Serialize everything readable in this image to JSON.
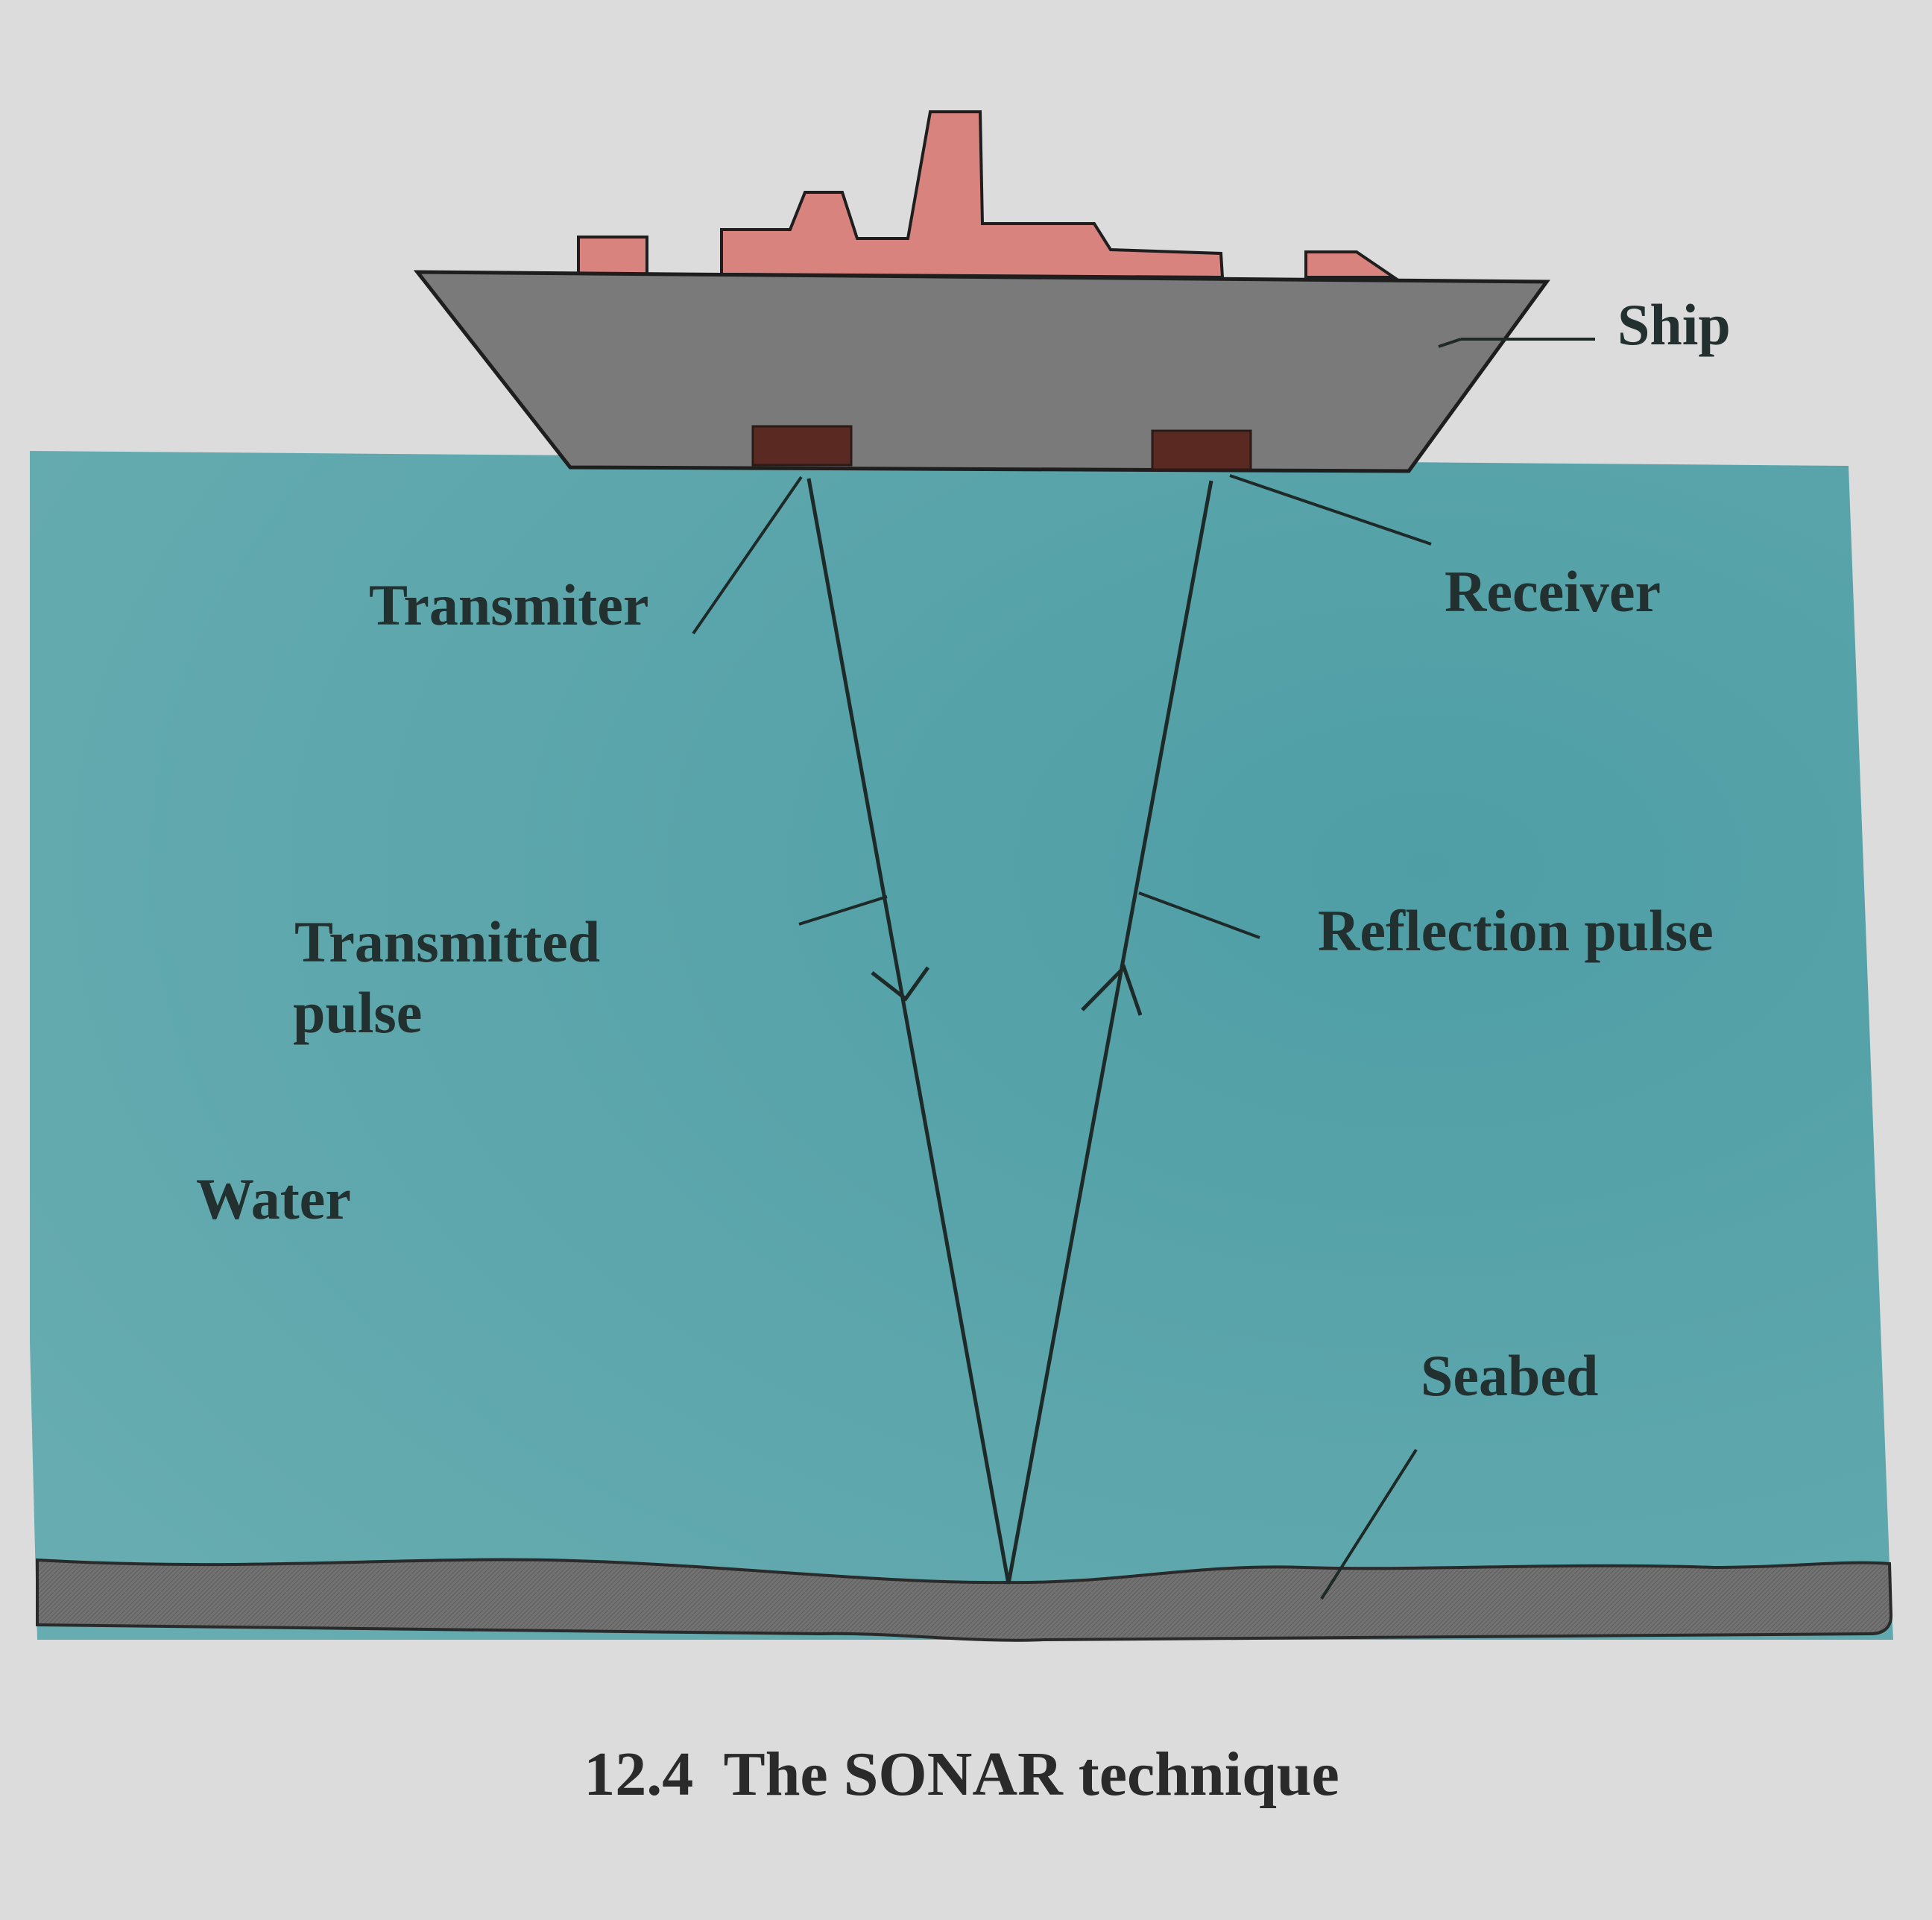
{
  "labels": {
    "ship": "Ship",
    "transmitter": "Transmiter",
    "receiver": "Receiver",
    "transmitted_pulse_line1": "Transmitted",
    "transmitted_pulse_line2": "pulse",
    "reflection_pulse": "Reflection pulse",
    "water": "Water",
    "seabed": "Seabed"
  },
  "caption": "12.4  The SONAR technique",
  "colors": {
    "page": "#dcdcdc",
    "water": "#5fa6ab",
    "ship_hull": "#7a7a7a",
    "superstructure": "#d9837f",
    "device": "#5a2a22",
    "seabed": "#6e6e6e",
    "line": "#1e2a28"
  }
}
